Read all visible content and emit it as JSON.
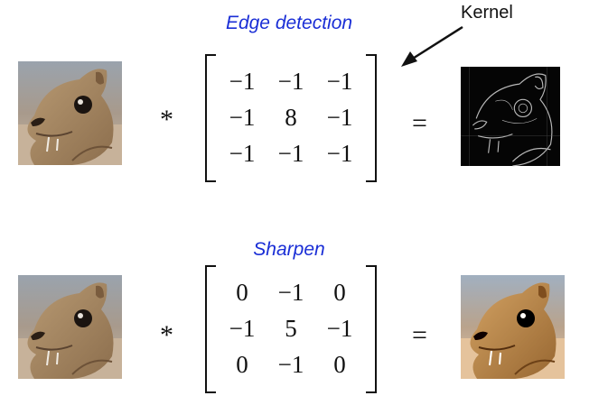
{
  "kernel_label": "Kernel",
  "operators": {
    "convolve": "*",
    "equals": "="
  },
  "edge": {
    "title": "Edge detection",
    "matrix": [
      [
        "−1",
        "−1",
        "−1"
      ],
      [
        "−1",
        "8",
        "−1"
      ],
      [
        "−1",
        "−1",
        "−1"
      ]
    ]
  },
  "sharpen": {
    "title": "Sharpen",
    "matrix": [
      [
        "0",
        "−1",
        "0"
      ],
      [
        "−1",
        "5",
        "−1"
      ],
      [
        "0",
        "−1",
        "0"
      ]
    ]
  },
  "icons": {
    "input": "squirrel-photo",
    "edge_output": "edge-map-photo",
    "sharpen_output": "sharpened-squirrel-photo"
  }
}
